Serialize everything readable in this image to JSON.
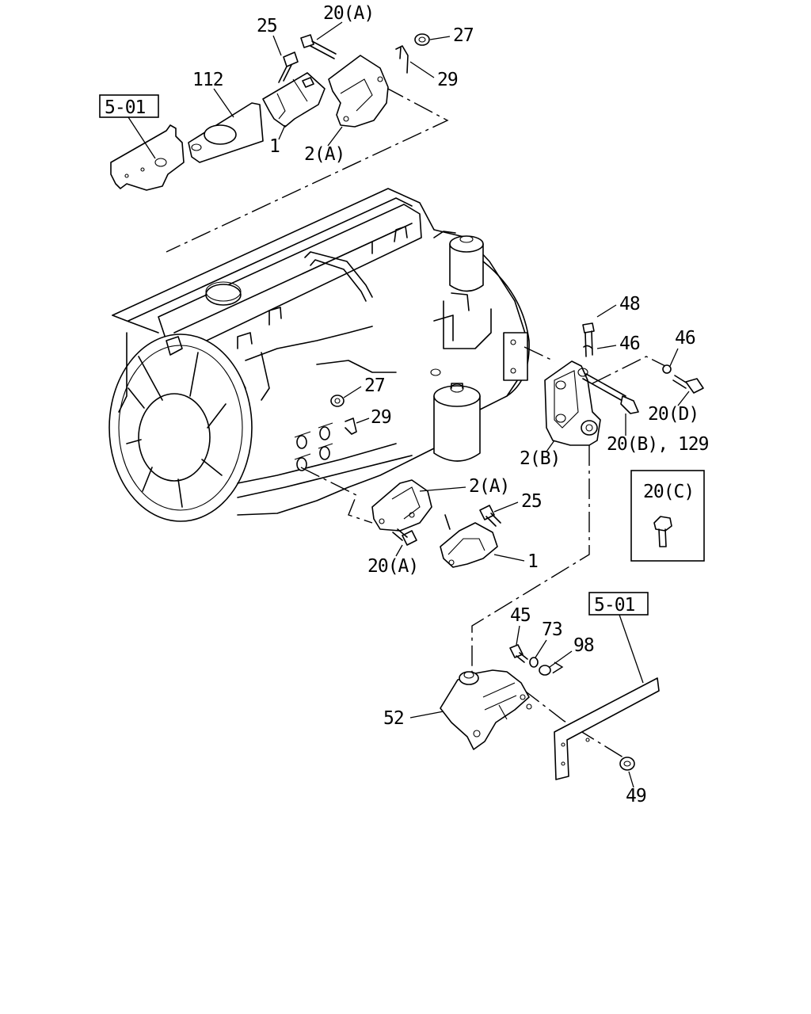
{
  "labels": {
    "top_25": "25",
    "top_20a": "20(A)",
    "top_27": "27",
    "top_29": "29",
    "top_112": "112",
    "top_ref": "5-01",
    "top_1": "1",
    "top_2a": "2(A)",
    "r_48": "48",
    "r_46a": "46",
    "r_46b": "46",
    "r_20d": "20(D)",
    "r_20b129": "20(B), 129",
    "r_2b": "2(B)",
    "m_27": "27",
    "m_29": "29",
    "m_2a": "2(A)",
    "m_25": "25",
    "m_1": "1",
    "m_20a": "20(A)",
    "box_20c": "20(C)",
    "b_ref": "5-01",
    "b_45": "45",
    "b_73": "73",
    "b_98": "98",
    "b_52": "52",
    "b_49": "49"
  }
}
